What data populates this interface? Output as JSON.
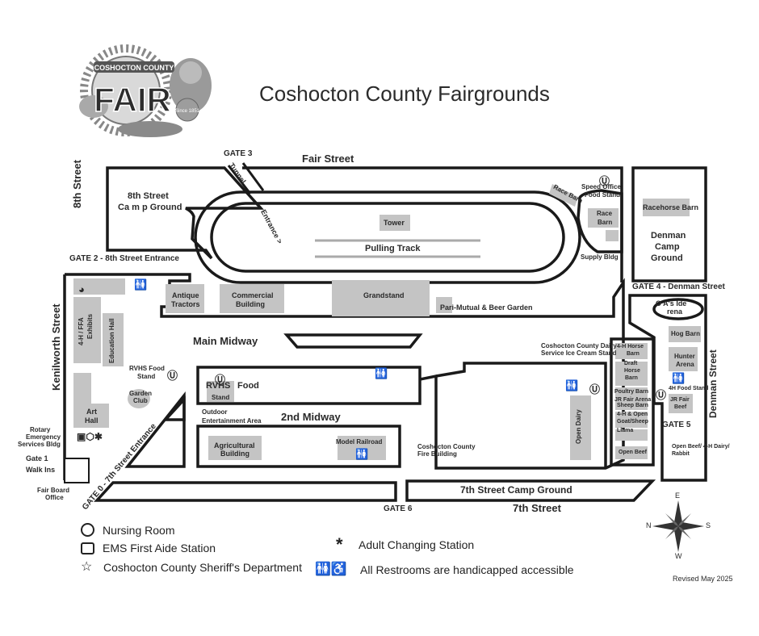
{
  "header": {
    "title": "Coshocton County Fairgrounds",
    "logo_top": "COSHOCTON COUNTY",
    "logo_main": "FAIR",
    "logo_seal": "Since 1851"
  },
  "streets": {
    "fair": "Fair Street",
    "eighth": "8th Street",
    "kenilworth": "Kenilworth Street",
    "denman": "Denman Street",
    "seventh": "7th Street"
  },
  "gates": {
    "gate3": "GATE 3",
    "gate2": "GATE 2 - 8th Street Entrance",
    "gate4": "GATE 4 - Denman Street",
    "gate5": "GATE 5",
    "gate6": "GATE 6",
    "gate0": "GATE 0 - 7th Street Entrance",
    "gate1": "Gate 1",
    "walkins": "Walk Ins"
  },
  "places": {
    "tunnel": "Tunnel",
    "entrance": "Entrance >",
    "camp8_line1": "8th Street",
    "camp8_line2": "Ca m p Ground",
    "tower": "Tower",
    "pulling": "Pulling Track",
    "race_barn": "Race Barn",
    "race_barn2_line1": "Race",
    "race_barn2_line2": "Barn",
    "speed_line1": "Speed Office",
    "speed_line2": "Food Stand",
    "supply": "Supply Bldg",
    "racehorse": "Racehorse Barn",
    "denman_line1": "Denman",
    "denman_line2": "Camp",
    "denman_line3": "Ground",
    "antique_line1": "Antique",
    "antique_line2": "Tractors",
    "commercial_line1": "Commercial",
    "commercial_line2": "Building",
    "grandstand": "Grandstand",
    "parimutuel": "Pari-Mutual & Beer Garden",
    "ffa_line1": "4-H / FFA",
    "ffa_line2": "Exhibits",
    "education": "Education Hall",
    "main_midway": "Main Midway",
    "rvhs_line1": "RVHS Food",
    "rvhs_line2": "Stand",
    "rvhs2_a": "RVHS",
    "rvhs2_b": "Food",
    "rvhs2_c": "Stand",
    "garden_line1": "Garden",
    "garden_line2": "Club",
    "art_line1": "Art",
    "art_line2": "Hall",
    "outdoor_line1": "Outdoor",
    "outdoor_line2": "Entertainment Area",
    "second_midway": "2nd Midway",
    "agri_line1": "Agricultural",
    "agri_line2": "Building",
    "model_railroad": "Model Railroad",
    "fire_line1": "Coshocton County",
    "fire_line2": "Fire Building",
    "dairy_line1": "Coshocton County Dairy",
    "dairy_line2": "Service Ice Cream Stand",
    "open_dairy": "Open Dairy",
    "horse_barn_line1": "4-H Horse",
    "horse_barn_line2": "Barn",
    "draft_line1": "Draft",
    "draft_line2": "Horse",
    "draft_line3": "Barn",
    "poultry": "Poultry Barn",
    "sheep_line1": "JR Fair Arena",
    "sheep_line2": "Sheep Barn",
    "goat_line1": "4-H & Open",
    "goat_line2": "Goat/Sheep",
    "llama": "Llama",
    "open_beef": "Open Beef",
    "beef_note_line1": "Open Beef/ 4-H Dairy/",
    "beef_note_line2": "Rabbit",
    "arena_line1": "O  A's  Ide",
    "arena_line2": "rena",
    "hog": "Hog Barn",
    "hunter_line1": "Hunter",
    "hunter_line2": "Arena",
    "food4h": "4H Food Stand",
    "jrbeef_line1": "JR Fair",
    "jrbeef_line2": "Beef",
    "camp7": "7th Street Camp Ground",
    "rotary_line1": "Rotary",
    "rotary_line2": "Emergency",
    "rotary_line3": "Services Bldg",
    "fairboard_line1": "Fair Board",
    "fairboard_line2": "Office"
  },
  "legend": {
    "nursing": "Nursing Room",
    "ems": "EMS First Aide Station",
    "sheriff": "Coshocton County Sheriff's Department",
    "changing": "Adult Changing Station",
    "restrooms": "All Restrooms are handicapped accessible"
  },
  "compass": {
    "n": "N",
    "e": "E",
    "s": "S",
    "w": "W"
  },
  "footer": {
    "revised": "Revised May 2025"
  },
  "colors": {
    "building": "#c4c4c4",
    "road": "#1a1a1a",
    "text": "#2a2a2a"
  }
}
